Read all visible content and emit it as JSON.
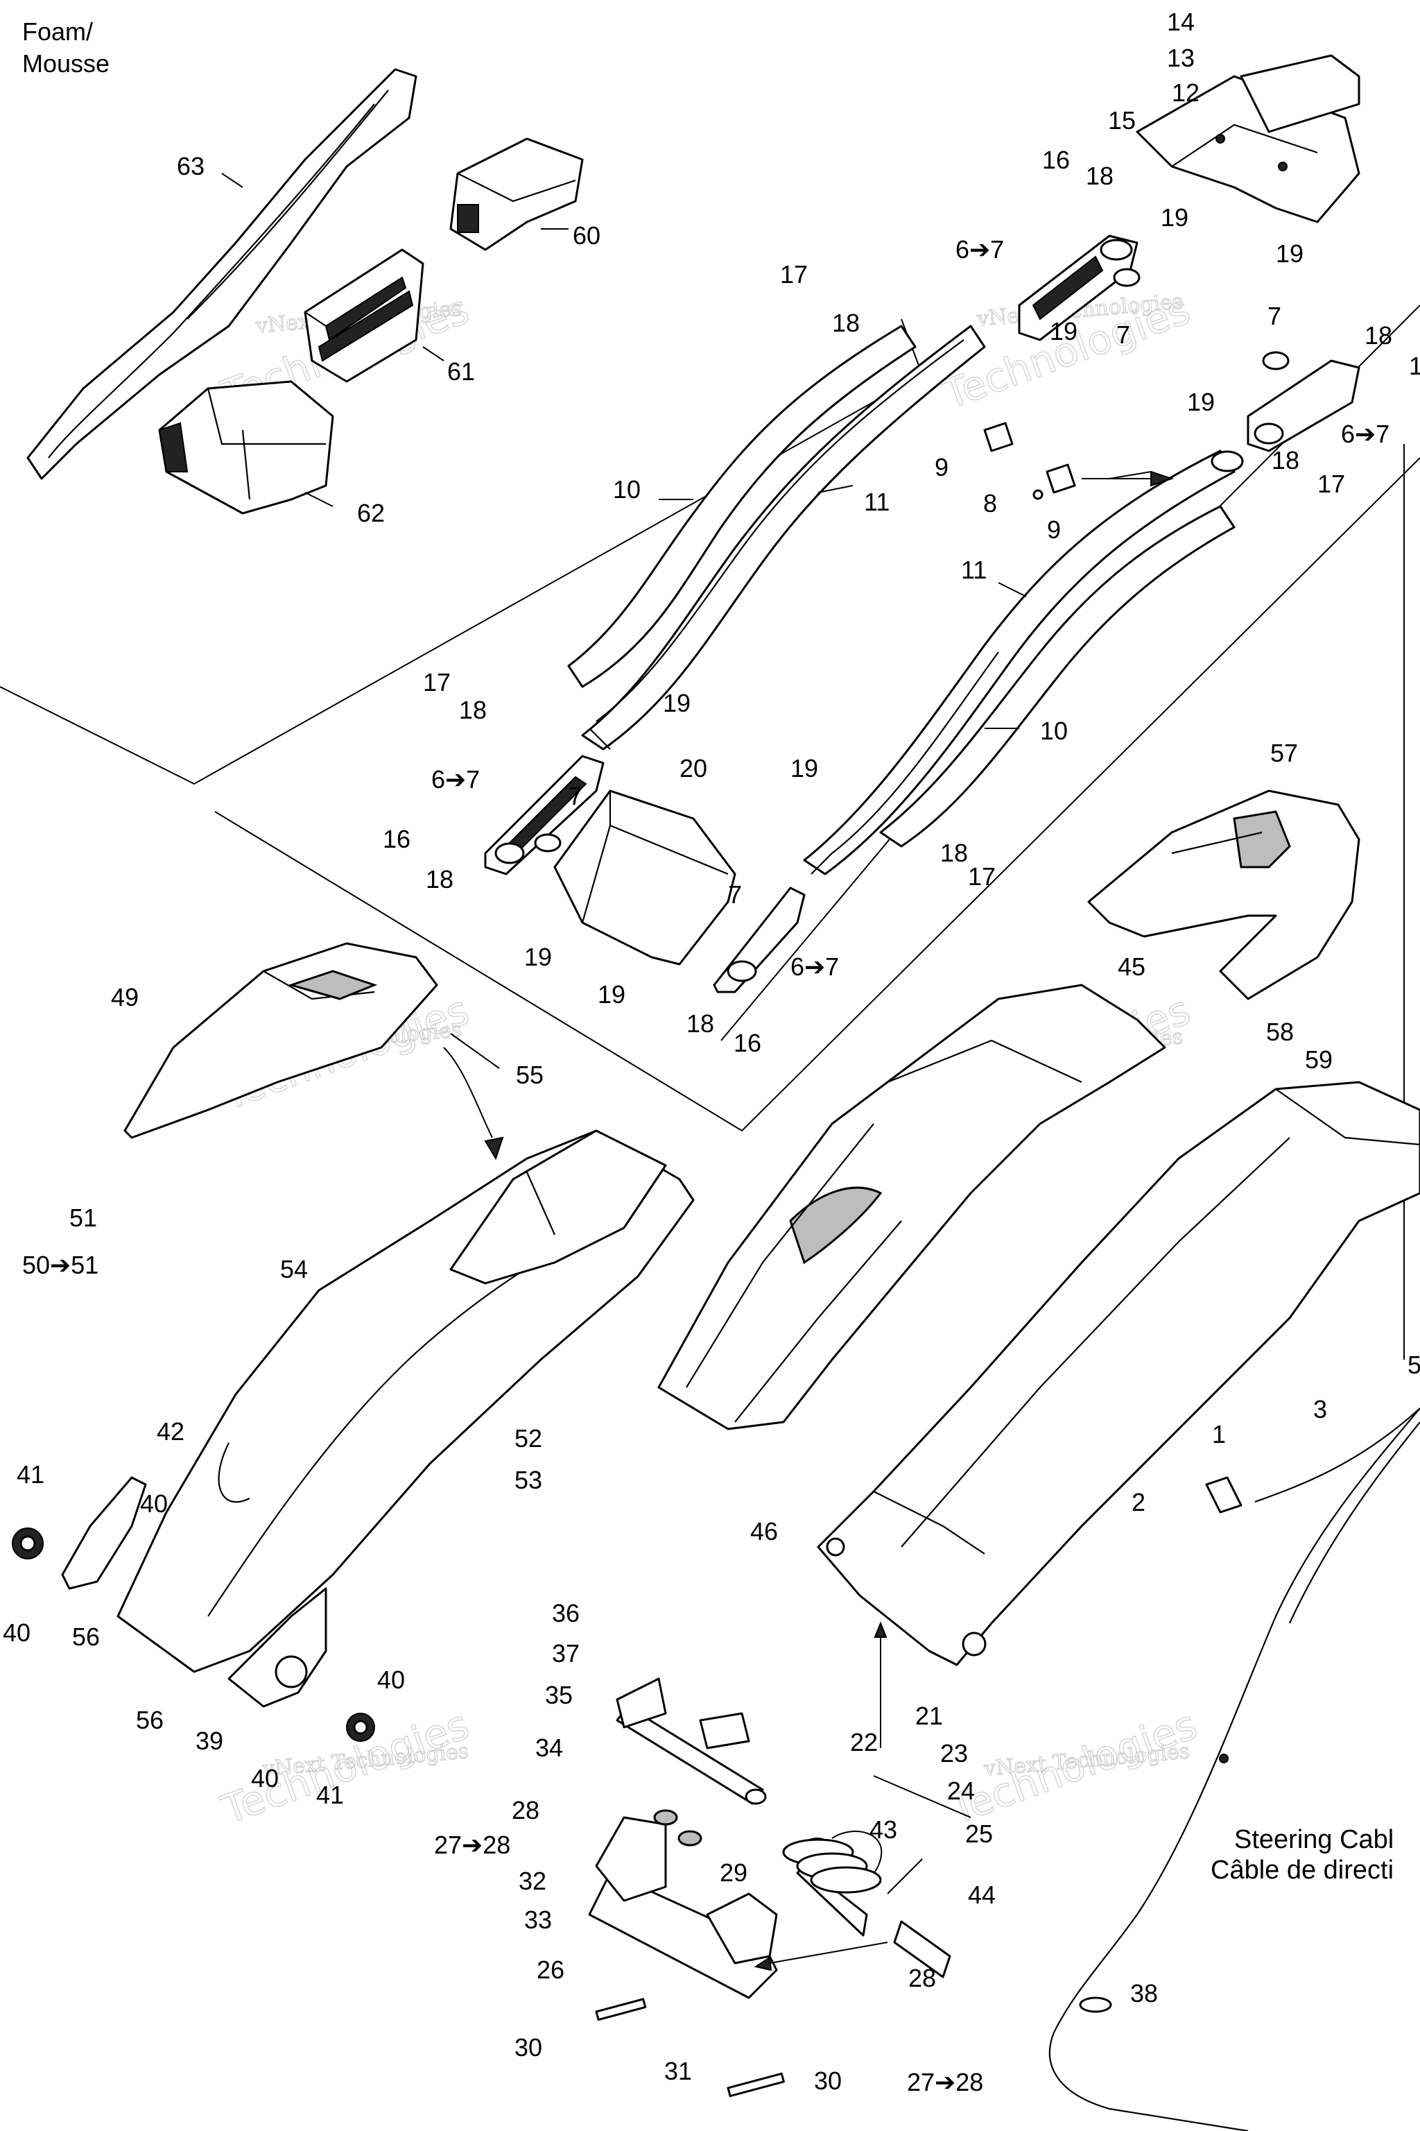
{
  "header": {
    "note_line1": "Foam/",
    "note_line2": "Mousse"
  },
  "steering_cable": {
    "line1": "Steering Cabl",
    "line2": "Câble de directi"
  },
  "watermark": {
    "line1": "vNext Technologies",
    "line2": "Technologies",
    "line3": "vNext"
  },
  "callouts": {
    "c1": "1",
    "c2": "2",
    "c3": "3",
    "c8": "8",
    "c6to7_a": "6➔7",
    "c6to7_b": "6➔7",
    "c6to7_c": "6➔7",
    "c6to7_d": "6➔7",
    "c7_a": "7",
    "c7_b": "7",
    "c7_c": "7",
    "c7_d": "7",
    "c9_a": "9",
    "c9_b": "9",
    "c10_a": "10",
    "c10_b": "10",
    "c11_a": "11",
    "c11_b": "11",
    "c12": "12",
    "c13": "13",
    "c14": "14",
    "c15": "15",
    "c16_a": "16",
    "c16_b": "16",
    "c16_c": "16",
    "c17_a": "17",
    "c17_b": "17",
    "c17_c": "17",
    "c17_d": "17",
    "c18_a": "18",
    "c18_b": "18",
    "c18_c": "18",
    "c18_d": "18",
    "c18_e": "18",
    "c18_f": "18",
    "c18_g": "18",
    "c18_h": "18",
    "c19_a": "19",
    "c19_b": "19",
    "c19_c": "19",
    "c19_d": "19",
    "c19_e": "19",
    "c19_f": "19",
    "c19_g": "19",
    "c20": "20",
    "c21": "21",
    "c22": "22",
    "c23": "23",
    "c24": "24",
    "c25": "25",
    "c26": "26",
    "c27to28_a": "27➔28",
    "c27to28_b": "27➔28",
    "c28_a": "28",
    "c28_b": "28",
    "c29": "29",
    "c30_a": "30",
    "c30_b": "30",
    "c31": "31",
    "c32": "32",
    "c33": "33",
    "c34": "34",
    "c35": "35",
    "c36": "36",
    "c37": "37",
    "c38": "38",
    "c39": "39",
    "c40_a": "40",
    "c40_b": "40",
    "c40_c": "40",
    "c40_d": "40",
    "c41_a": "41",
    "c41_b": "41",
    "c42": "42",
    "c43": "43",
    "c44": "44",
    "c45": "45",
    "c46": "46",
    "c49": "49",
    "c50to51": "50➔51",
    "c51": "51",
    "c52": "52",
    "c53": "53",
    "c54": "54",
    "c55": "55",
    "c56_a": "56",
    "c56_b": "56",
    "c57": "57",
    "c58": "58",
    "c59": "59",
    "c60": "60",
    "c61": "61",
    "c62": "62",
    "c63": "63",
    "c_edge1": "1",
    "c_edge5": "5"
  }
}
